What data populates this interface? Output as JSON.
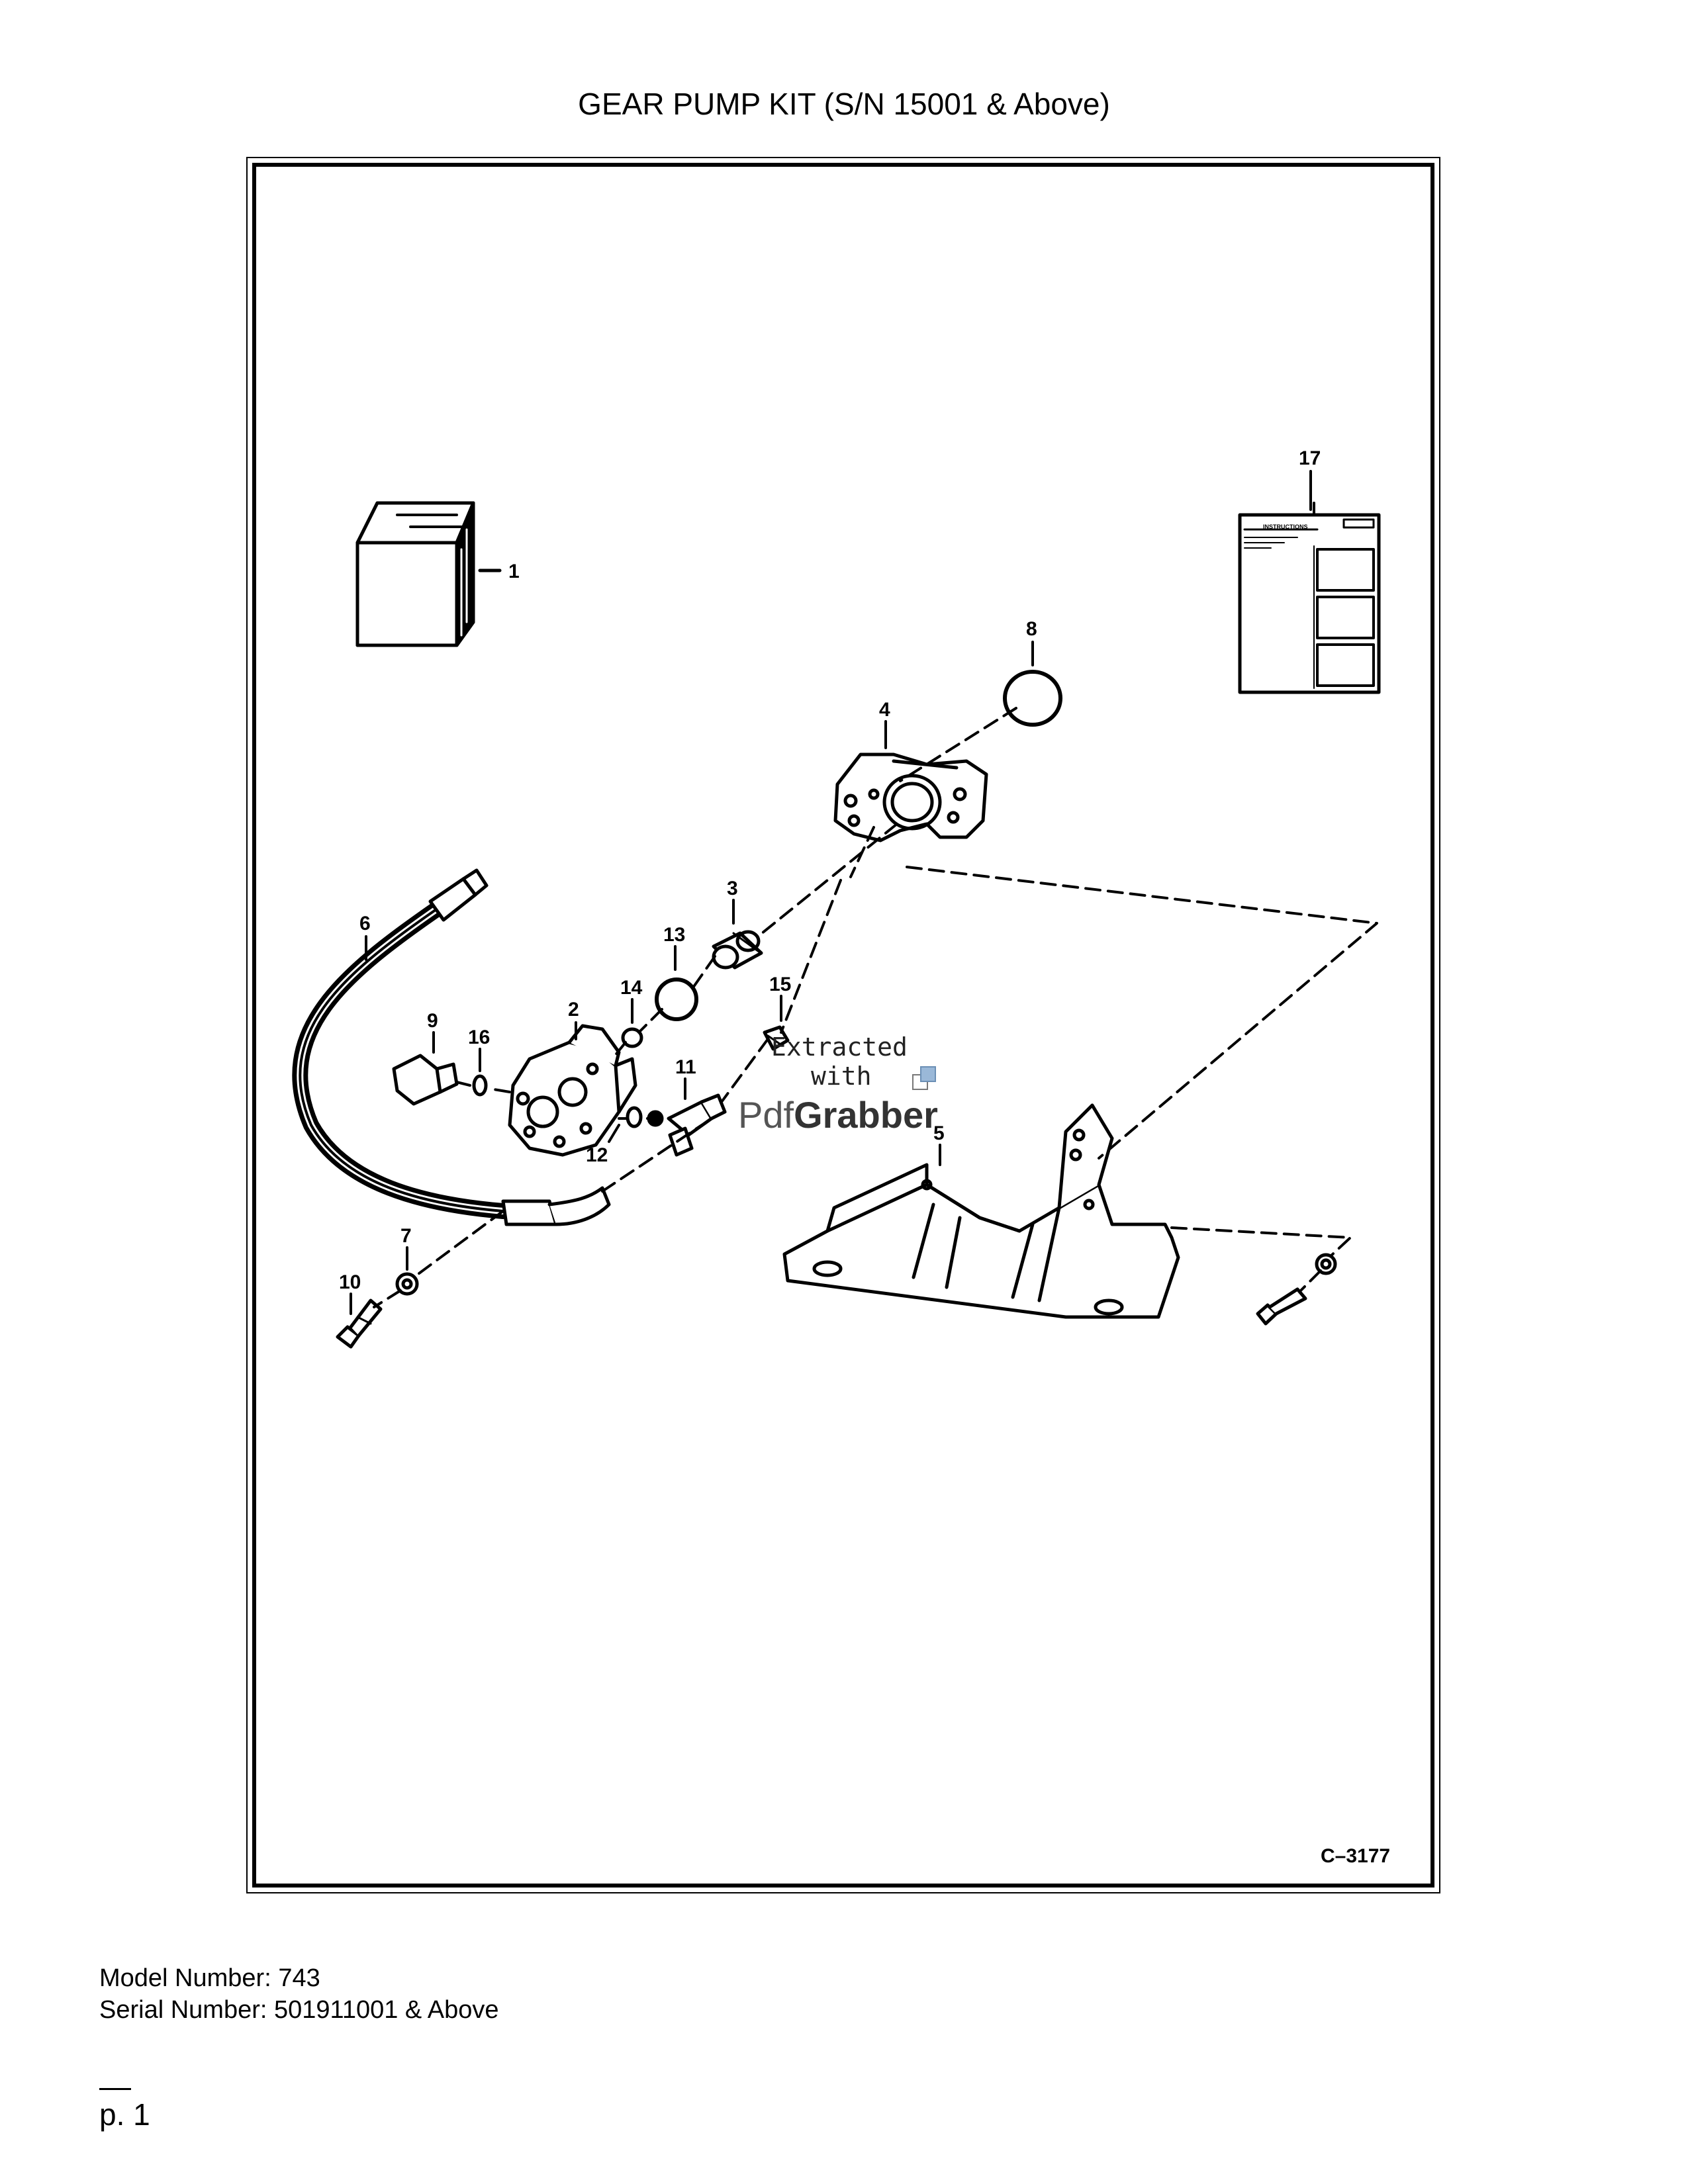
{
  "title": "GEAR PUMP KIT (S/N 15001 & Above)",
  "figure_code": "C–3177",
  "callouts": [
    "1",
    "2",
    "3",
    "4",
    "5",
    "6",
    "7",
    "8",
    "9",
    "10",
    "11",
    "12",
    "13",
    "14",
    "15",
    "16",
    "17"
  ],
  "instruction_sheet_heading": "INSTRUCTIONS",
  "watermark": {
    "line1": "Extracted",
    "line2": "with",
    "brand_a": "Pdf",
    "brand_b": "Grabber"
  },
  "footer": {
    "model": "Model Number: 743",
    "serial": "Serial Number: 501911001 & Above",
    "page": "p. 1"
  }
}
